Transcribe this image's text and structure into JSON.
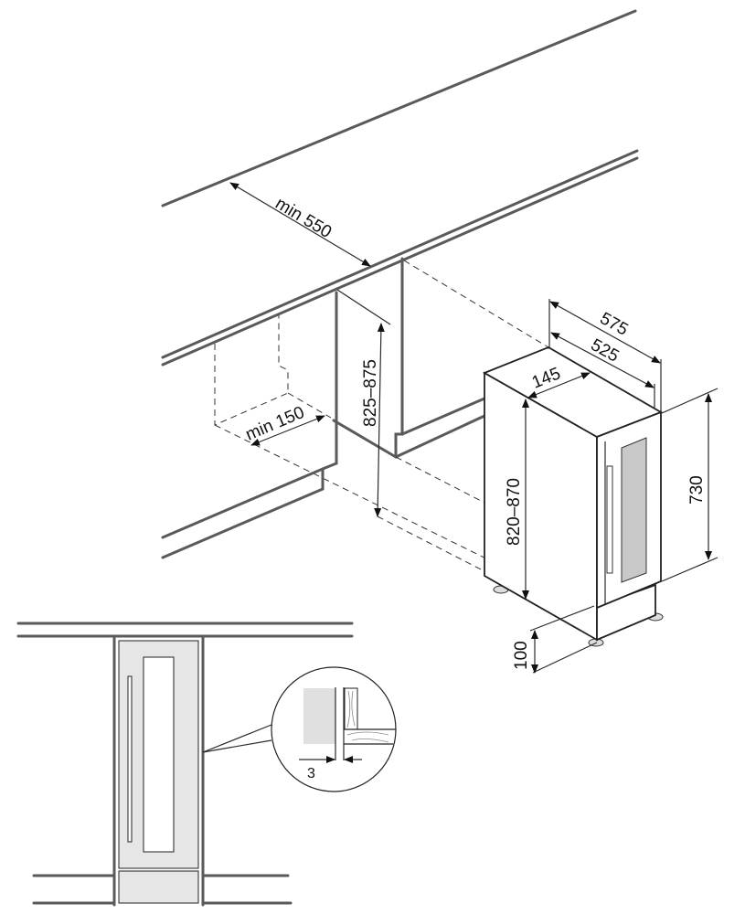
{
  "dimensions": {
    "wall_clearance": "min 550",
    "side_clearance": "min 150",
    "niche_height": "825–875",
    "overall_depth": "575",
    "body_depth": "525",
    "width": "145",
    "appliance_height": "820–870",
    "door_height": "730",
    "plinth_height": "100",
    "door_gap": "3"
  },
  "colors": {
    "line": "#5a5a5a",
    "glass": "#c8c8c8",
    "door": "#e6e6e6"
  }
}
